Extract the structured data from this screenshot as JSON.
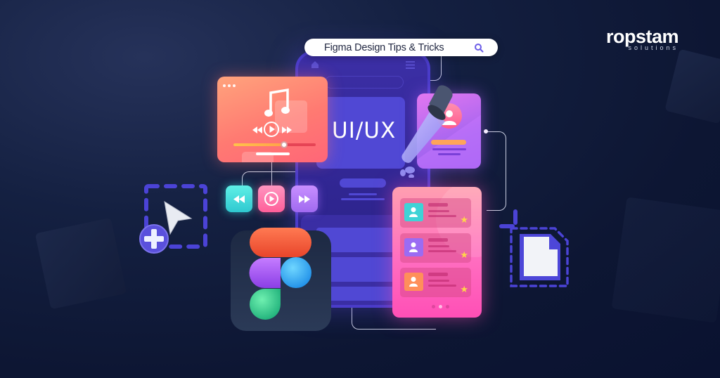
{
  "brand": {
    "name": "ropstam",
    "tagline": "solutions"
  },
  "search_bar": {
    "text": "Figma Design Tips & Tricks",
    "icon": "search-icon"
  },
  "phone": {
    "headline": "UI/UX",
    "icons": [
      "home-icon",
      "hamburger-menu-icon"
    ]
  },
  "music_player": {
    "icons": [
      "music-note-icon",
      "rewind-icon",
      "play-icon",
      "fast-forward-icon"
    ],
    "progress_percent": 55
  },
  "media_controls": [
    {
      "name": "rewind",
      "icon": "rewind-icon",
      "color": "#3fd6d6"
    },
    {
      "name": "play",
      "icon": "play-icon",
      "color": "#ff6fa3"
    },
    {
      "name": "forward",
      "icon": "fast-forward-icon",
      "color": "#b77cf5"
    }
  ],
  "list_card": {
    "items": [
      {
        "avatar_color": "#3fd3d6",
        "starred": true
      },
      {
        "avatar_color": "#9b6cf3",
        "starred": true
      },
      {
        "avatar_color": "#ff8f5a",
        "starred": true
      }
    ],
    "pagination_dots": 3
  },
  "colors": {
    "background": "#0d1633",
    "phone": "#3c2fa6",
    "accent_purple": "#5048d4",
    "music_card": "#ff7a72",
    "list_card": "#ff6ec0",
    "profile_card": "#b96cf0"
  }
}
